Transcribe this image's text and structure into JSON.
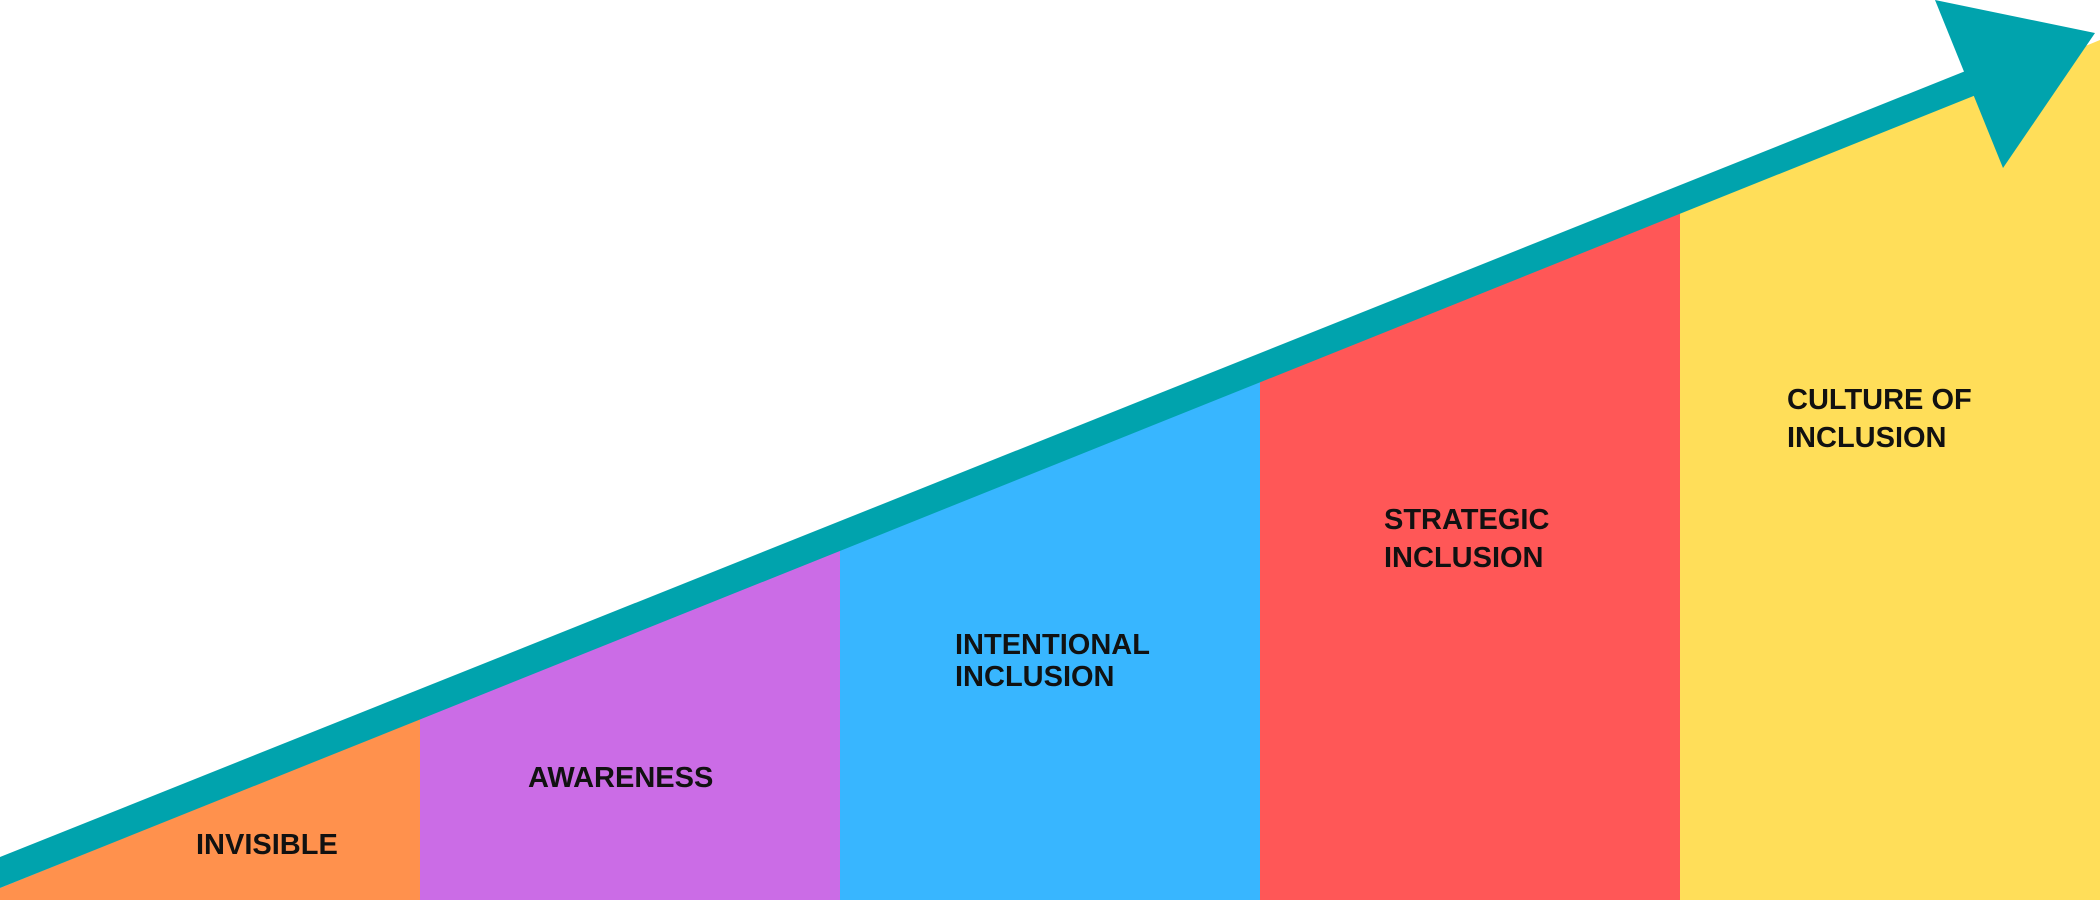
{
  "stages": [
    {
      "id": "invisible",
      "lines": [
        "INVISIBLE"
      ],
      "color": "#FF914D"
    },
    {
      "id": "awareness",
      "lines": [
        "AWARENESS"
      ],
      "color": "#CB6CE6"
    },
    {
      "id": "intentional-inclusion",
      "lines": [
        "INTENTIONAL",
        "INCLUSION"
      ],
      "color": "#38B6FF"
    },
    {
      "id": "strategic-inclusion",
      "lines": [
        "STRATEGIC",
        "INCLUSION"
      ],
      "color": "#FF5757"
    },
    {
      "id": "culture-of-inclusion",
      "lines": [
        "CULTURE OF",
        "INCLUSION"
      ],
      "color": "#FFDE59"
    }
  ],
  "arrow_color": "#00A3AD",
  "background_color": "#FFFFFF"
}
